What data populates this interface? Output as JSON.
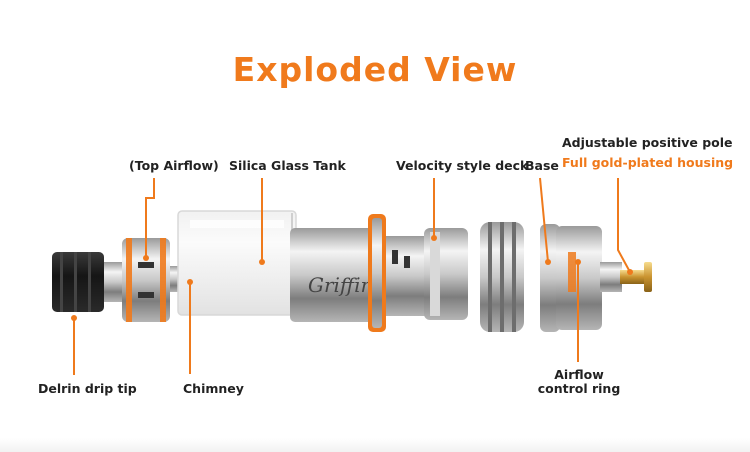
{
  "title": "Exploded View",
  "labels": {
    "top_airflow": "(Top Airflow)",
    "silica_glass_tank": "Silica Glass Tank",
    "velocity_deck": "Velocity style deck",
    "base": "Base",
    "positive_pole": "Adjustable positive pole",
    "gold_housing": "Full gold-plated housing",
    "drip_tip": "Delrin drip tip",
    "chimney": "Chimney",
    "airflow_ring_line1": "Airflow",
    "airflow_ring_line2": "control ring"
  },
  "logo_text": "Griffin",
  "colors": {
    "accent": "#f07a1c",
    "label": "#222222",
    "metal_light": "#e8e8e8",
    "metal_dark": "#8a8a8a",
    "delrin": "#1c1c1c",
    "gold": "#d4a84a"
  }
}
